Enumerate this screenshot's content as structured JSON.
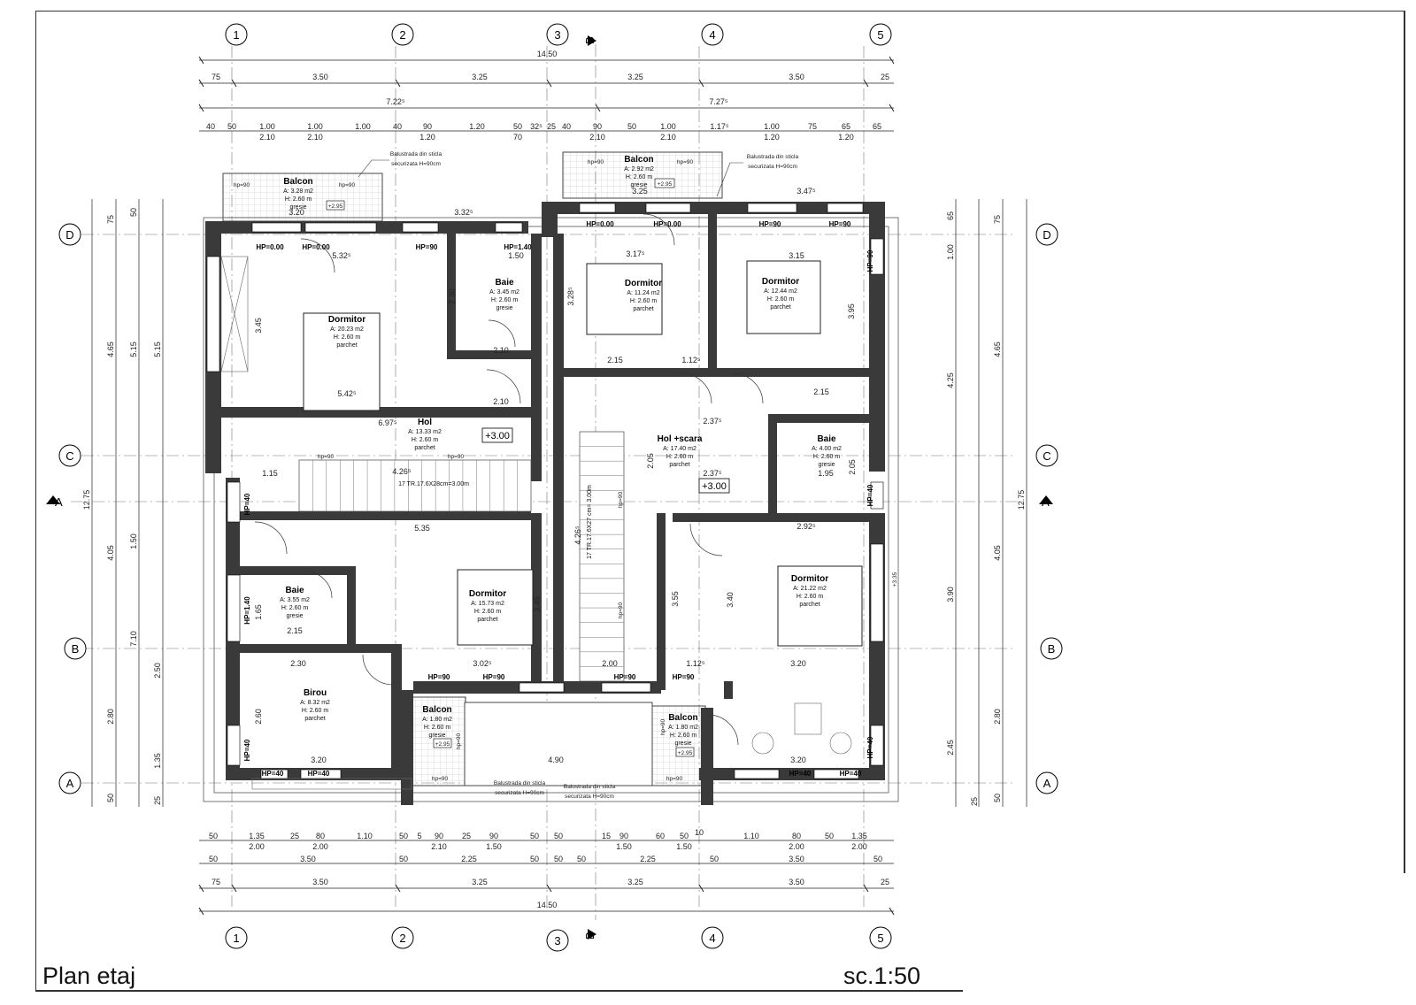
{
  "sheet": {
    "title": "Plan etaj",
    "scale": "sc.1:50"
  },
  "grid": {
    "columns": [
      "1",
      "2",
      "3",
      "4",
      "5"
    ],
    "rows": [
      "D",
      "C",
      "B",
      "A"
    ],
    "section_b": "B",
    "section_a": "A"
  },
  "dims": {
    "overall": "14.50",
    "bays": [
      "75",
      "3.50",
      "3.25",
      "3.25",
      "3.50",
      "25"
    ],
    "halves": [
      "7.22⁵",
      "7.27⁵"
    ],
    "top_detail_a": [
      "40",
      "50",
      "1.00",
      "1.00",
      "1.00",
      "40",
      "90",
      "1.20",
      "50",
      "32⁵",
      "25",
      "40",
      "90",
      "50",
      "1.00",
      "1.17⁵",
      "1.00",
      "75",
      "65",
      "65"
    ],
    "top_detail_b": [
      "2.10",
      "2.10",
      "1.20",
      "70",
      "2.10",
      "2.10",
      "1.20",
      "1.20"
    ],
    "bot_detail_a": [
      "50",
      "1.35",
      "25",
      "80",
      "1.10",
      "50",
      "5",
      "90",
      "25",
      "90",
      "50",
      "50",
      "15",
      "90",
      "60",
      "50",
      "10",
      "1.10",
      "80",
      "50",
      "1.35"
    ],
    "bot_detail_b": [
      "2.00",
      "2.00",
      "2.10",
      "1.50",
      "1.50",
      "1.50",
      "2.00",
      "2.00"
    ],
    "bot_mid": [
      "50",
      "3.50",
      "50",
      "2.25",
      "50",
      "50",
      "50",
      "2.25",
      "50",
      "3.50",
      "50"
    ],
    "left_outer": [
      "12.75"
    ],
    "left_mid": [
      "75",
      "4.65",
      "4.05",
      "2.80",
      "50"
    ],
    "left_inner": [
      "50",
      "5.15",
      "1.50",
      "7.10",
      "2.50",
      "1.35",
      "25"
    ],
    "right_outer": [
      "12.75"
    ],
    "right_mid": [
      "75",
      "4.65",
      "4.05",
      "2.80",
      "50"
    ],
    "right_inner": [
      "65",
      "1.00",
      "4.25",
      "3.90",
      "2.45",
      "25"
    ]
  },
  "rooms": [
    {
      "name": "Dormitor",
      "area": "A: 20.23 m2",
      "height": "H: 2.60 m",
      "finish": "parchet"
    },
    {
      "name": "Baie",
      "area": "A: 3.45 m2",
      "height": "H: 2.60 m",
      "finish": "gresie"
    },
    {
      "name": "Dormitor",
      "area": "A: 11.24 m2",
      "height": "H: 2.60 m",
      "finish": "parchet"
    },
    {
      "name": "Dormitor",
      "area": "A: 12.44 m2",
      "height": "H: 2.60 m",
      "finish": "parchet"
    },
    {
      "name": "Hol",
      "area": "A: 13.33 m2",
      "height": "H: 2.60 m",
      "finish": "parchet"
    },
    {
      "name": "Hol +scara",
      "area": "A: 17.40 m2",
      "height": "H: 2.60 m",
      "finish": "parchet"
    },
    {
      "name": "Baie",
      "area": "A: 4.00 m2",
      "height": "H: 2.60 m",
      "finish": "gresie"
    },
    {
      "name": "Baie",
      "area": "A: 3.55 m2",
      "height": "H: 2.60 m",
      "finish": "gresie"
    },
    {
      "name": "Dormitor",
      "area": "A: 15.73 m2",
      "height": "H: 2.60 m",
      "finish": "parchet"
    },
    {
      "name": "Dormitor",
      "area": "A: 21.22 m2",
      "height": "H: 2.60 m",
      "finish": "parchet"
    },
    {
      "name": "Birou",
      "area": "A: 8.32 m2",
      "height": "H: 2.60 m",
      "finish": "parchet"
    },
    {
      "name": "Balcon",
      "area": "A: 3.28 m2",
      "height": "H: 2.60 m",
      "finish": "gresie"
    },
    {
      "name": "Balcon",
      "area": "A: 2.92 m2",
      "height": "H: 2.60 m",
      "finish": "gresie"
    },
    {
      "name": "Balcon",
      "area": "A: 1.80 m2",
      "height": "H: 2.60 m",
      "finish": "gresie"
    },
    {
      "name": "Balcon",
      "area": "A: 1.80 m2",
      "height": "H: 2.60 m",
      "finish": "gresie"
    }
  ],
  "labels": {
    "hp_000": "HP=0.00",
    "hp_90": "HP=90",
    "hp_140": "HP=1.40",
    "hp_40": "HP=40",
    "hp_small_90": "hp=90",
    "level_300": "+3.00",
    "level_295": "+2.95",
    "level_335": "+3.35",
    "stair_main": "17 TR.17.6X28cm=3.00m",
    "stair_second": "17 TR.17.6X27 cm= 3.00m",
    "stair_main_len": "4.26⁵",
    "stair_second_len": "4.26⁵",
    "balustrade_1": "Balustrada din sticla",
    "balustrade_2": "securizata H=90cm"
  },
  "room_dims": {
    "d1_w": "5.32⁵",
    "d1_h": "3.45",
    "d1_bot": "5.42⁵",
    "hol_w": "6.97⁵",
    "corr_w": "5.35",
    "ring": "1.15",
    "b1_w": "1.50",
    "b1_h": "2.30",
    "b1_bot": "2.10",
    "d2_w": "3.17⁵",
    "d2_h": "3.28⁵",
    "d2_bot": "2.15",
    "d3_w": "3.15",
    "d3_h": "3.95",
    "d3_bot": "2.15",
    "hs_w": "2.37⁵",
    "hs_mid": "2.37⁵",
    "hs_h": "2.05",
    "b3_w": "1.95",
    "b3_h": "2.05",
    "d4_w": "2.92⁵",
    "d4_h": "3.40",
    "d4_bot": "3.20",
    "d5_w": "3.02⁵",
    "d5_h": "3.45",
    "bir_w": "2.30",
    "bir_h": "2.60",
    "bir_bot": "3.20",
    "b2_w": "2.15",
    "b2_h": "1.65",
    "bal_mid": "4.90",
    "d4_side": "3.55",
    "d4_b": "1.12⁵",
    "d4_c": "2.00",
    "bal1_w": "3.20",
    "bal2_w": "3.25",
    "bal2_r": "3.47⁵",
    "bal1_r": "3.32⁵"
  }
}
